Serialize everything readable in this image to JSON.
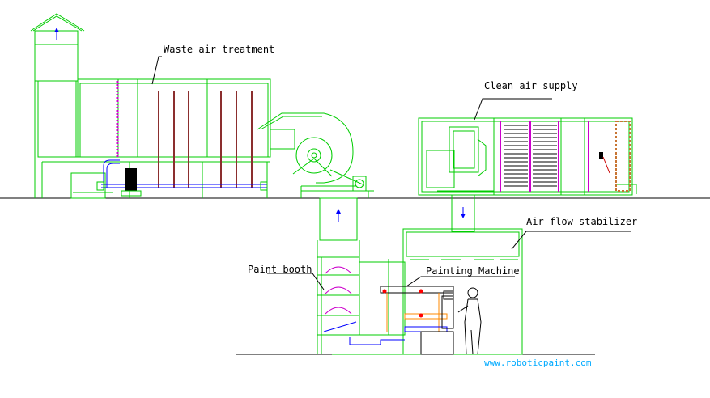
{
  "labels": {
    "waste_air": "Waste air treatment",
    "clean_air": "Clean air supply",
    "stabilizer": "Air flow stabilizer",
    "paint_booth": "Paint booth",
    "painting_machine": "Painting Machine"
  },
  "website": "www.roboticpaint.com",
  "colors": {
    "structure": "#00cc00",
    "pipe": "#0000ff",
    "filter": "#cc00cc",
    "rod": "#8b2e2e",
    "heater": "#c87533",
    "website": "#00aaff"
  }
}
